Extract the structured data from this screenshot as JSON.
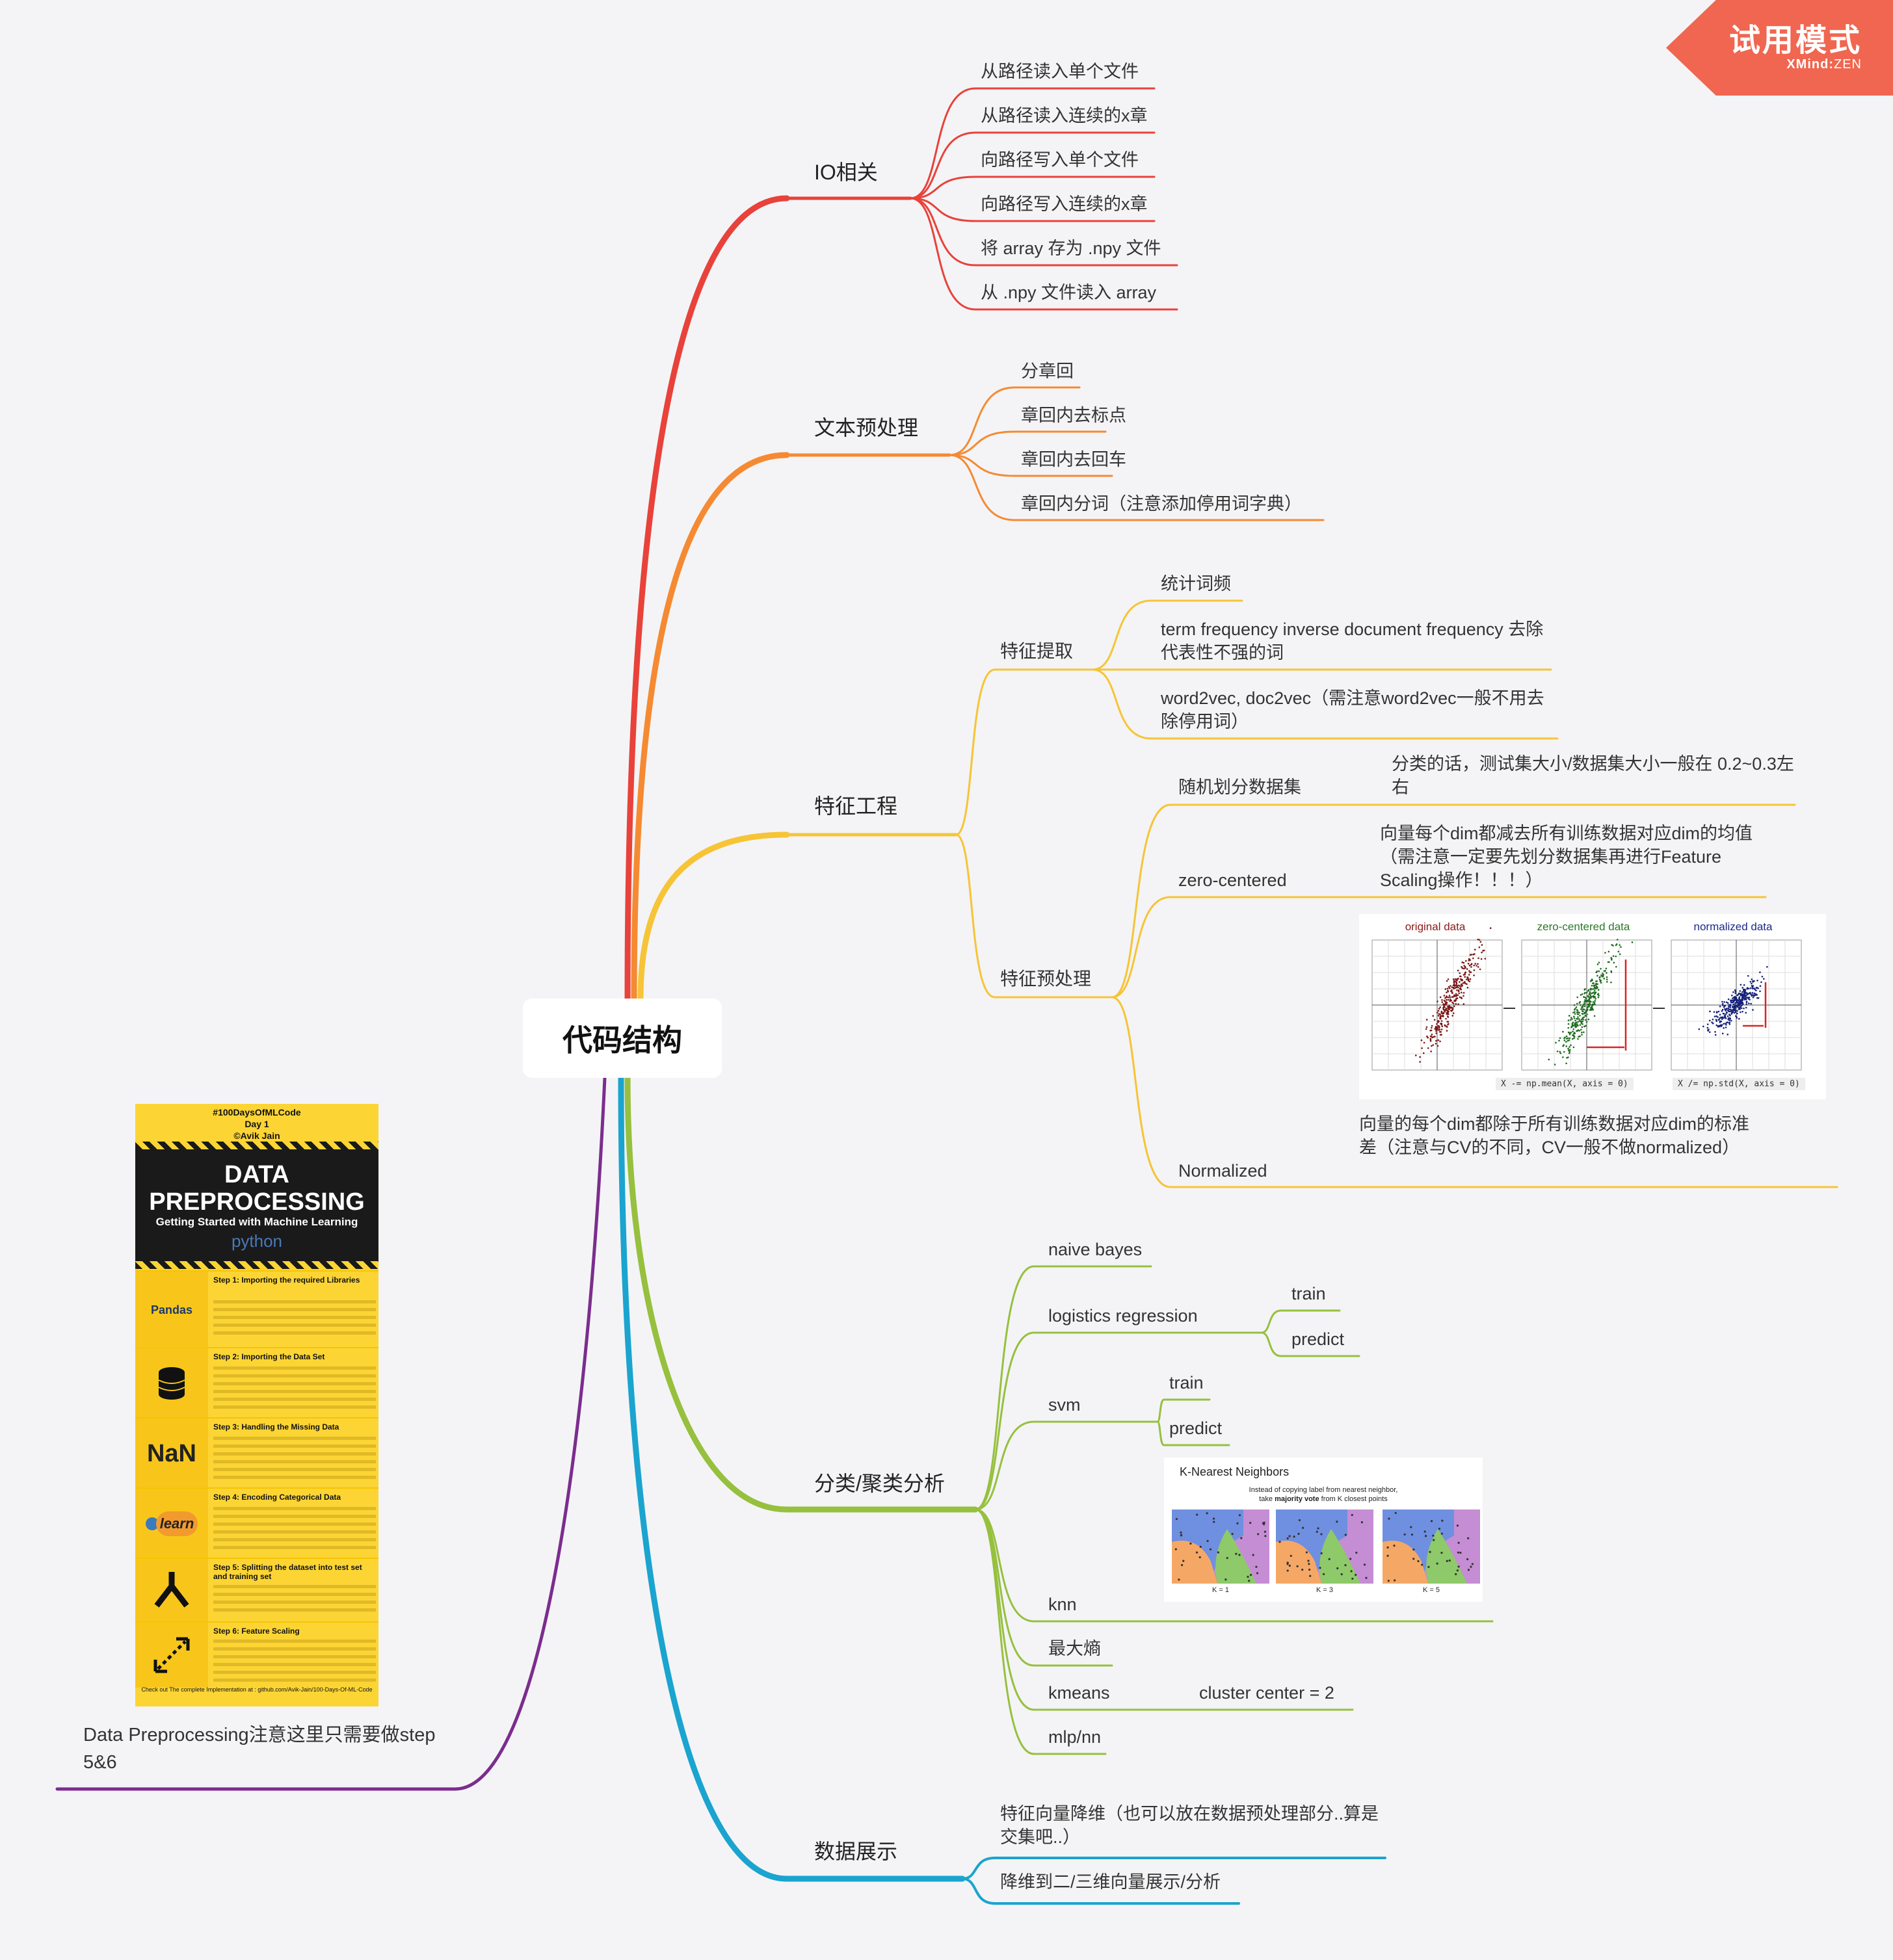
{
  "watermark": {
    "title": "试用模式",
    "brand": "XMind",
    "edition": "ZEN"
  },
  "root": "代码结构",
  "branches": {
    "io": {
      "label": "IO相关",
      "items": [
        "从路径读入单个文件",
        "从路径读入连续的x章",
        "向路径写入单个文件",
        "向路径写入连续的x章",
        "将 array 存为 .npy 文件",
        "从 .npy 文件读入 array"
      ]
    },
    "text": {
      "label": "文本预处理",
      "items": [
        "分章回",
        "章回内去标点",
        "章回内去回车",
        "章回内分词（注意添加停用词字典）"
      ]
    },
    "feature": {
      "label": "特征工程",
      "extract": {
        "label": "特征提取",
        "items": [
          "统计词频",
          "term frequency inverse document frequency 去除代表性不强的词",
          "word2vec, doc2vec（需注意word2vec一般不用去除停用词）"
        ]
      },
      "preprocess": {
        "label": "特征预处理",
        "split": {
          "label": "随机划分数据集",
          "note": "分类的话，测试集大小/数据集大小一般在 0.2~0.3左右"
        },
        "zero": {
          "label": "zero-centered",
          "note": "向量每个dim都减去所有训练数据对应dim的均值（需注意一定要先划分数据集再进行Feature Scaling操作！！！）"
        },
        "norm": {
          "label": "Normalized",
          "note": "向量的每个dim都除于所有训练数据对应dim的标准差（注意与CV的不同，CV一般不做normalized）"
        },
        "figure": {
          "titles": [
            "original data",
            "zero-centered data",
            "normalized data"
          ],
          "code1": "X -= np.mean(X, axis = 0)",
          "code2": "X /= np.std(X, axis = 0)"
        }
      }
    },
    "classify": {
      "label": "分类/聚类分析",
      "naive": "naive bayes",
      "logreg": {
        "label": "logistics regression",
        "items": [
          "train",
          "predict"
        ]
      },
      "svm": {
        "label": "svm",
        "items": [
          "train",
          "predict"
        ]
      },
      "knn": {
        "label": "knn",
        "figure": {
          "title": "K-Nearest Neighbors",
          "sub1": "Instead of copying label from nearest neighbor,",
          "sub2a": "take ",
          "sub2b": "majority vote",
          "sub2c": " from K closest points",
          "k": [
            "K = 1",
            "K = 3",
            "K = 5"
          ]
        }
      },
      "maxent": "最大熵",
      "kmeans": {
        "label": "kmeans",
        "note": "cluster center = 2"
      },
      "mlp": "mlp/nn"
    },
    "display": {
      "label": "数据展示",
      "items": [
        "特征向量降维（也可以放在数据预处理部分..算是交集吧..）",
        "降维到二/三维向量展示/分析"
      ]
    },
    "data_prep": {
      "label": "Data Preprocessing注意这里只需要做step 5&6",
      "infographic": {
        "tag": "#100DaysOfMLCode",
        "day": "Day 1",
        "author": "©Avik Jain",
        "title1": "DATA",
        "title2": "PREPROCESSING",
        "subtitle": "Getting Started with Machine Learning",
        "lang": "python",
        "steps": [
          {
            "title": "Step 1: Importing the required Libraries",
            "icon": "Pandas"
          },
          {
            "title": "Step 2: Importing the Data Set",
            "icon": "database-icon"
          },
          {
            "title": "Step 3: Handling the Missing Data",
            "icon": "NaN"
          },
          {
            "title": "Step 4: Encoding Categorical Data",
            "icon": "learn"
          },
          {
            "title": "Step 5: Splitting the dataset into test set and training set",
            "icon": "split-icon"
          },
          {
            "title": "Step 6: Feature Scaling",
            "icon": "scale-icon"
          }
        ],
        "footer": "Check out The complete Implementation at : github.com/Avik-Jain/100-Days-Of-ML-Code"
      }
    }
  },
  "colors": {
    "io": "#e8423a",
    "text": "#f58a32",
    "feature": "#f6c436",
    "classify": "#96c03e",
    "display": "#1aa4cf",
    "data_prep": "#7b2d8e"
  }
}
